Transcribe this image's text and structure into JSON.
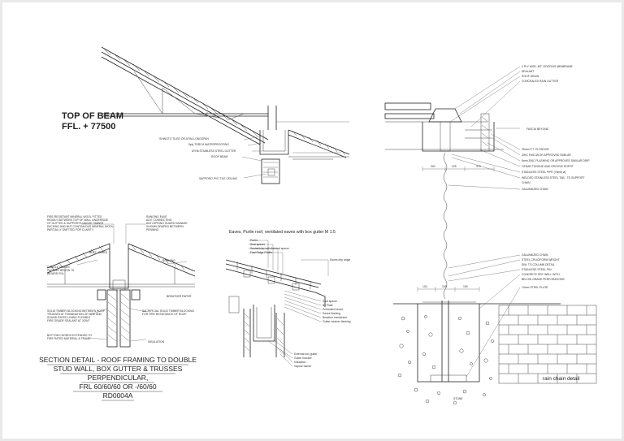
{
  "top_of_beam": {
    "line1": "TOP OF BEAM",
    "line2": "FFL. + 77500"
  },
  "roof_labels": [
    "SHINGTO TILED OR ATHA LONGSPAN",
    "5ply TORCH WATERPROOFING",
    "ATHA STAINLESS STEEL GUTTER",
    "ROOF BEAM",
    "SAPPORO PVC T&G CEILING"
  ],
  "section_notes_left": [
    "FIRE-RESISTANT MINERAL WOOL FITTED",
    "RIGIDLY BETWEEN TOP OF WALL UNDERSIDE",
    "OF GUTTER & SUPPORTS NAGGE TIMBER",
    "PACKING AND BUT CONTINUOUS MINERAL WOOL",
    "PARTIALLY OMITTED FOR CLARITY",
    "BUTT JOINED",
    "DANGLE TIMBER",
    "PACKING BELOW 75",
    "(BOARD FIX)"
  ],
  "section_notes_right": [
    "RANGING EAVE",
    "ADV. CONNECTING",
    "ANTI-SPRING GUARD DAMAGE",
    "SHOWN DRAPED BETWEEN",
    "PENNING",
    "BONNING",
    "BREATHER PAPER",
    "SACRIFICIAL SOLID TIMBER BLOCKING",
    "FOR FIRE RESISTANCE OF ROOF"
  ],
  "section_lower_notes": [
    "SOLID TIMBER BLOCKING BETWEEN ROOF",
    "TRUSSES AT TERMINATION OF FIRE AND",
    "SOUND RATED LINING FLEXIBLE",
    "FIRE GRADE SEALANT AT JOINT",
    "BOTTOM CHORDS EXTENDED TO",
    "FIRE RATED MATERIAL & FRAME",
    "INSULATION"
  ],
  "section_title": {
    "line1": "SECTION DETAIL - ROOF FRAMING TO DOUBLE",
    "line2": "STUD WALL, BOX GUTTER & TRUSSES",
    "line3": "PERPENDICULAR,",
    "line4": "FRL 60/60/60 OR -/60/60",
    "code": "RD0004A"
  },
  "eaves": {
    "title": "Eaves, Purlin roof, ventilated eaves with box gutter M 1:5",
    "top_labels": [
      "Purlin",
      "Seal spacer",
      "Sustainklap with thermal spacer",
      "Fast Ridge Profile"
    ],
    "drip": "Eaves drip angle",
    "mid_labels": [
      "Seal spacer",
      "Bx Plate",
      "Perforated sheet",
      "Eaves flashing",
      "Breather membrane",
      "Gutter retainer flashing"
    ],
    "bottom_labels": [
      "External box gutter",
      "Gutter bracket",
      "Insulation",
      "Vapour barrier"
    ]
  },
  "rain_chain": {
    "top_labels": [
      "2 PLY MOD. BIT. ROOFING MEMBRANE",
      "SEALANT",
      "ROOF DRAIN",
      "CONCEALED RAIN GUTTER"
    ],
    "fascia": "FASCIA BEYOND",
    "mid_labels": [
      "25mm P.T. PLYWOOD",
      "ZINC FASCIA OR APPROVED SIMILAR",
      "6mm ZINC FLASHING OR APPROVED SIMILAR DRIP",
      "CEDAR TONGUE AND GROOVE SOFFIT",
      "STAINLESS STEEL PIPE (75mm ø)",
      "WELDED STAINLESS STEEL TAB - TO SUPPORT",
      "CHAIN",
      "GALVANIZED CHAIN"
    ],
    "lower_labels": [
      "GALVANIZED CHAIN",
      "STEEL CRUCIFORM WEIGHT",
      "SIM. TO COLUMN DETAIL",
      "STAINLESS STEEL PIN",
      "CONCRETE DRY WELL WITH",
      "BELOW GRADE PERFORATIONS",
      "13mm STEEL PLATE"
    ],
    "stone": "STONE",
    "caption": "rain chain detail",
    "dims_top": [
      "300",
      "225",
      "375"
    ],
    "dims_bottom": [
      "100",
      "150",
      "150"
    ]
  },
  "colors": {
    "ink": "#222222",
    "sheet": "#ffffff",
    "border": "#e9e9e9"
  }
}
